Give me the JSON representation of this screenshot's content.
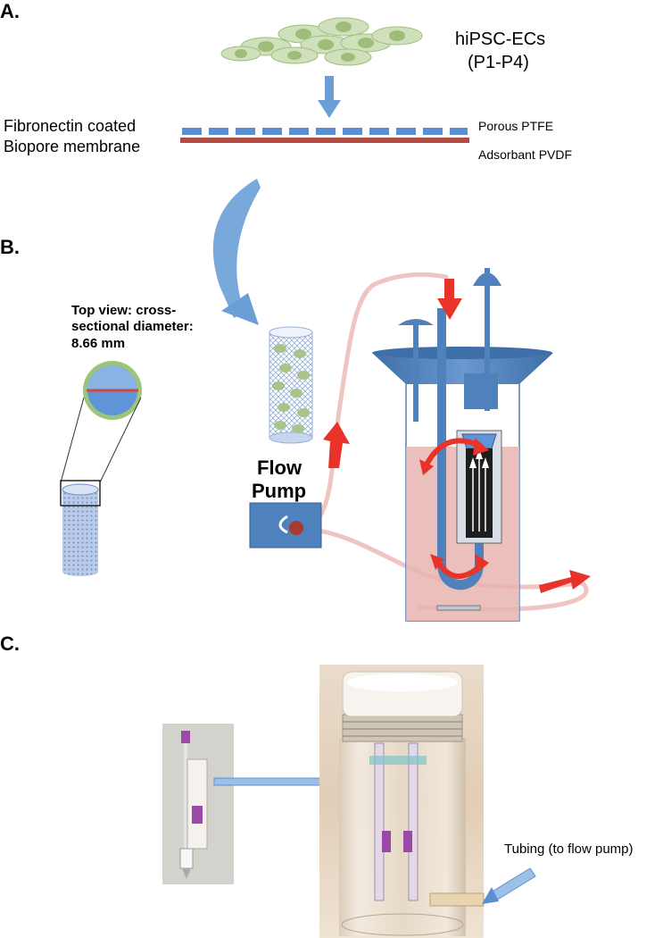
{
  "panels": {
    "a": {
      "letter": "A.",
      "cells_label_line1": "hiPSC-ECs",
      "cells_label_line2": "(P1-P4)",
      "membrane_label_line1": "Fibronectin coated",
      "membrane_label_line2": "Biopore membrane",
      "top_layer_label": "Porous PTFE",
      "bottom_layer_label": "Adsorbant PVDF"
    },
    "b": {
      "letter": "B.",
      "top_view_line1": "Top view: cross-",
      "top_view_line2": "sectional diameter:",
      "top_view_line3": "8.66 mm",
      "pump_label_line1": "Flow",
      "pump_label_line2": "Pump"
    },
    "c": {
      "letter": "C.",
      "tubing_label": "Tubing (to flow pump)"
    }
  },
  "colors": {
    "membrane_blue": "#5b8fcf",
    "pvdf_red": "#b44a44",
    "cell_green": "#a9c48b",
    "arrow_blue": "#6a9fd6",
    "flow_red": "#e8322a",
    "medium_pink": "#e8b4b0",
    "chamber_blue": "#4f81bd",
    "tube_pink": "#f0c4c0",
    "needle_purple": "#9a4aa5"
  }
}
